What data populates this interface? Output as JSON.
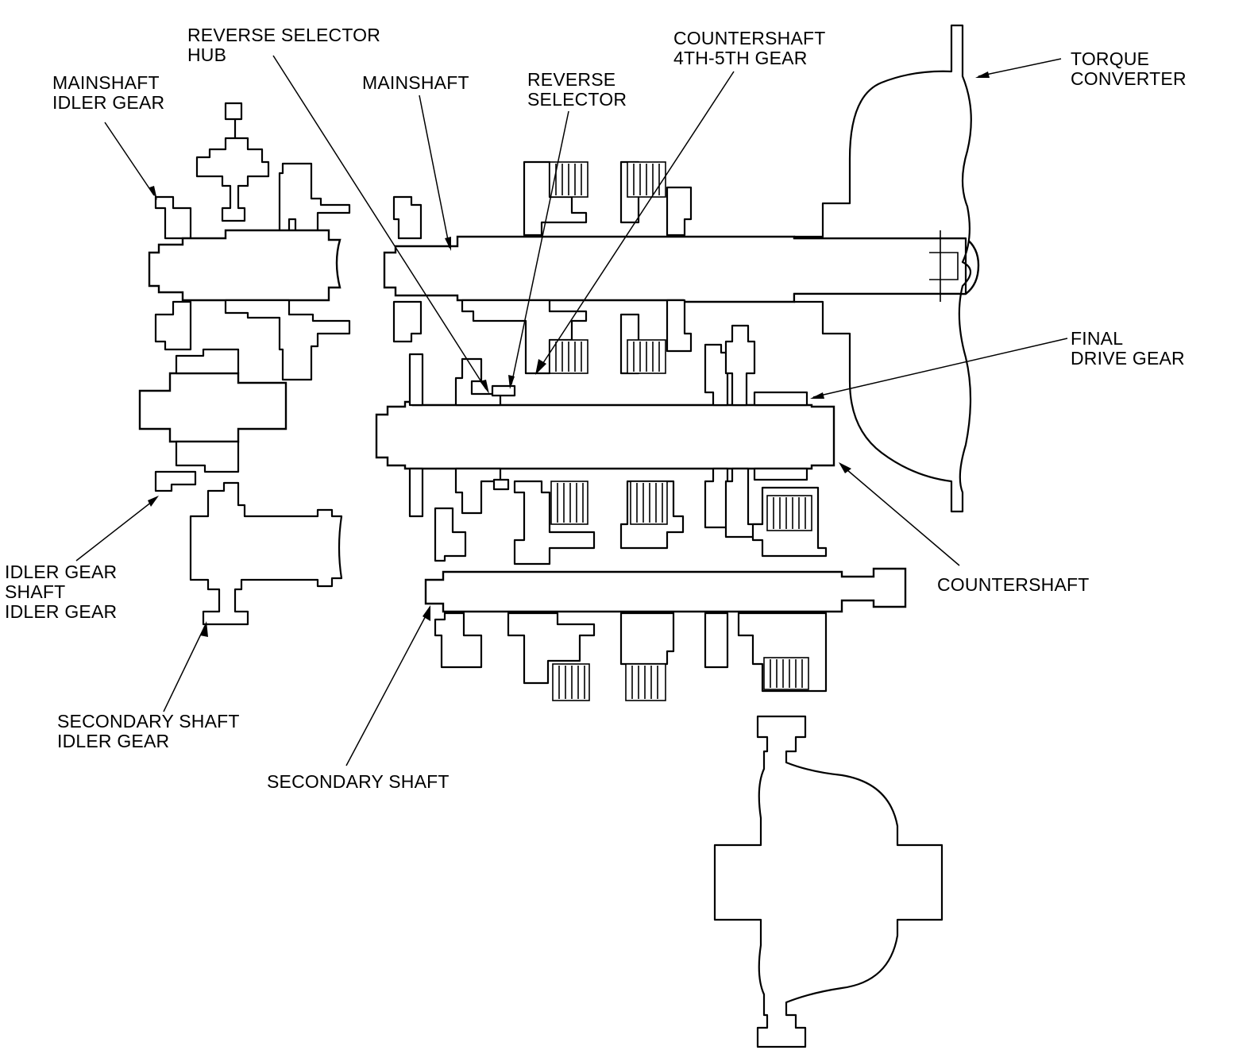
{
  "labels": {
    "reverse_selector_hub": [
      "REVERSE SELECTOR",
      "HUB"
    ],
    "countershaft_gear": [
      "COUNTERSHAFT",
      "4TH-5TH GEAR"
    ],
    "torque_converter": [
      "TORQUE",
      "CONVERTER"
    ],
    "mainshaft_idler_gear": [
      "MAINSHAFT",
      "IDLER GEAR"
    ],
    "mainshaft": [
      "MAINSHAFT"
    ],
    "reverse_selector": [
      "REVERSE",
      "SELECTOR"
    ],
    "final_drive_gear": [
      "FINAL",
      "DRIVE GEAR"
    ],
    "countershaft": [
      "COUNTERSHAFT"
    ],
    "idler_gear_shaft": [
      "IDLER GEAR",
      "SHAFT",
      "IDLER GEAR"
    ],
    "secondary_shaft_idler_gear": [
      "SECONDARY SHAFT",
      "IDLER GEAR"
    ],
    "secondary_shaft": [
      "SECONDARY SHAFT"
    ]
  },
  "colors": {
    "line": "#000000",
    "background": "#ffffff"
  }
}
